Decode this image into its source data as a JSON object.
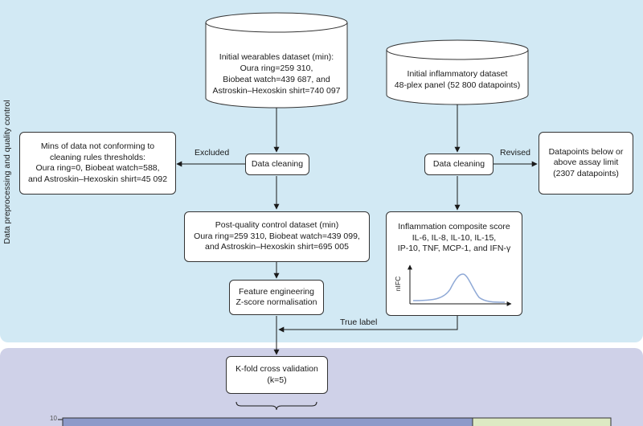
{
  "side_label": "Data preprocessing and quality control",
  "wearables_dataset": {
    "lines": [
      "Initial wearables dataset (min):",
      "Oura ring=259 310,",
      "Biobeat watch=439 687, and",
      "Astroskin–Hexoskin shirt=740 097"
    ]
  },
  "inflammatory_dataset": {
    "lines": [
      "Initial inflammatory dataset",
      "48-plex panel (52 800 datapoints)"
    ]
  },
  "data_cleaning_left": "Data cleaning",
  "data_cleaning_right": "Data cleaning",
  "excluded_label": "Excluded",
  "revised_label": "Revised",
  "excluded_box": {
    "lines": [
      "Mins of data not conforming to",
      "cleaning rules thresholds:",
      "Oura ring=0, Biobeat watch=588,",
      "and Astroskin–Hexoskin shirt=45 092"
    ]
  },
  "revised_box": {
    "lines": [
      "Datapoints below or",
      "above assay limit",
      "(2307 datapoints)"
    ]
  },
  "post_qc_box": {
    "lines": [
      "Post-quality control dataset (min)",
      "Oura ring=259 310, Biobeat watch=439 099,",
      "and Astroskin–Hexoskin shirt=695 005"
    ]
  },
  "composite_box": {
    "lines": [
      "Inflammation composite score",
      "IL-6, IL-8, IL-10, IL-15,",
      "IP-10, TNF, MCP-1, and IFN-γ"
    ],
    "y_axis_label": "nIFC"
  },
  "feature_box": {
    "lines": [
      "Feature engineering",
      "Z-score normalisation"
    ]
  },
  "true_label": "True label",
  "kfold_box": {
    "lines": [
      "K-fold cross validation",
      "(k=5)"
    ]
  },
  "bottom_axis_tick": "10",
  "colors": {
    "top_panel": "#d2e9f4",
    "bottom_panel": "#cfd1e8",
    "curve": "#8fa9d6",
    "bar_blue": "#8d9ac9",
    "bar_green": "#dde9c3"
  }
}
